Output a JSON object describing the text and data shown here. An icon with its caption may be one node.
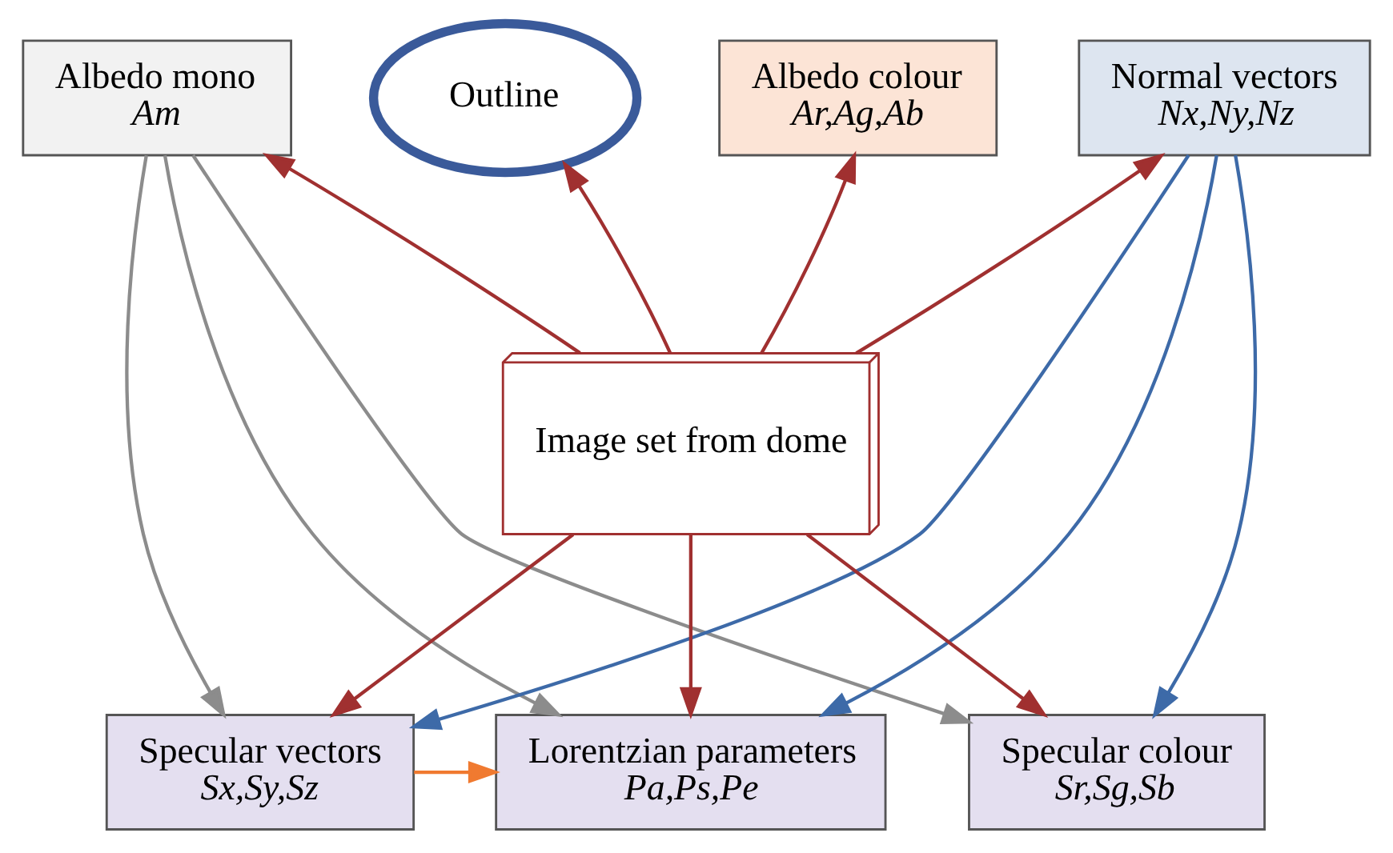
{
  "diagram": {
    "nodes": [
      {
        "text": [
          "Outline"
        ]
      },
      {
        "text": [
          "Albedo colour",
          "Ar,Ag,Ab"
        ]
      },
      {
        "text": [
          "Albedo mono",
          "Am"
        ]
      },
      {
        "text": [
          "Normal vectors",
          "Nx,Ny,Nz"
        ]
      },
      {
        "text": [
          "Image set from dome"
        ]
      },
      {
        "text": [
          "Specular colour",
          "Sr,Sg,Sb"
        ]
      },
      {
        "text": [
          "Specular vectors",
          "Sx,Sy,Sz"
        ]
      },
      {
        "text": [
          "Lorentzian parameters",
          "Pa,Ps,Pe"
        ]
      }
    ],
    "edges": [
      {
        "from": 4,
        "to": 0,
        "arrow": "to"
      },
      {
        "from": 4,
        "to": 1,
        "arrow": "to"
      },
      {
        "from": 4,
        "to": 2,
        "arrow": "to"
      },
      {
        "from": 4,
        "to": 3,
        "arrow": "to"
      },
      {
        "from": 4,
        "to": 5,
        "arrow": "to"
      },
      {
        "from": 4,
        "to": 6,
        "arrow": "to"
      },
      {
        "from": 4,
        "to": 7,
        "arrow": "to"
      },
      {
        "from": 2,
        "to": 5,
        "arrow": "to",
        "color": "#8c8c8c"
      },
      {
        "from": 2,
        "to": 6,
        "arrow": "to",
        "color": "#8c8c8c"
      },
      {
        "from": 2,
        "to": 7,
        "arrow": "to",
        "color": "#8c8c8c"
      },
      {
        "from": 3,
        "to": 5,
        "arrow": "to",
        "color": "#3d6aa8"
      },
      {
        "from": 3,
        "to": 6,
        "arrow": "to",
        "color": "#3d6aa8"
      },
      {
        "from": 3,
        "to": 7,
        "arrow": "to",
        "color": "#3d6aa8"
      },
      {
        "from": 6,
        "to": 7,
        "arrow": "to",
        "color": "#f07a30"
      }
    ]
  }
}
